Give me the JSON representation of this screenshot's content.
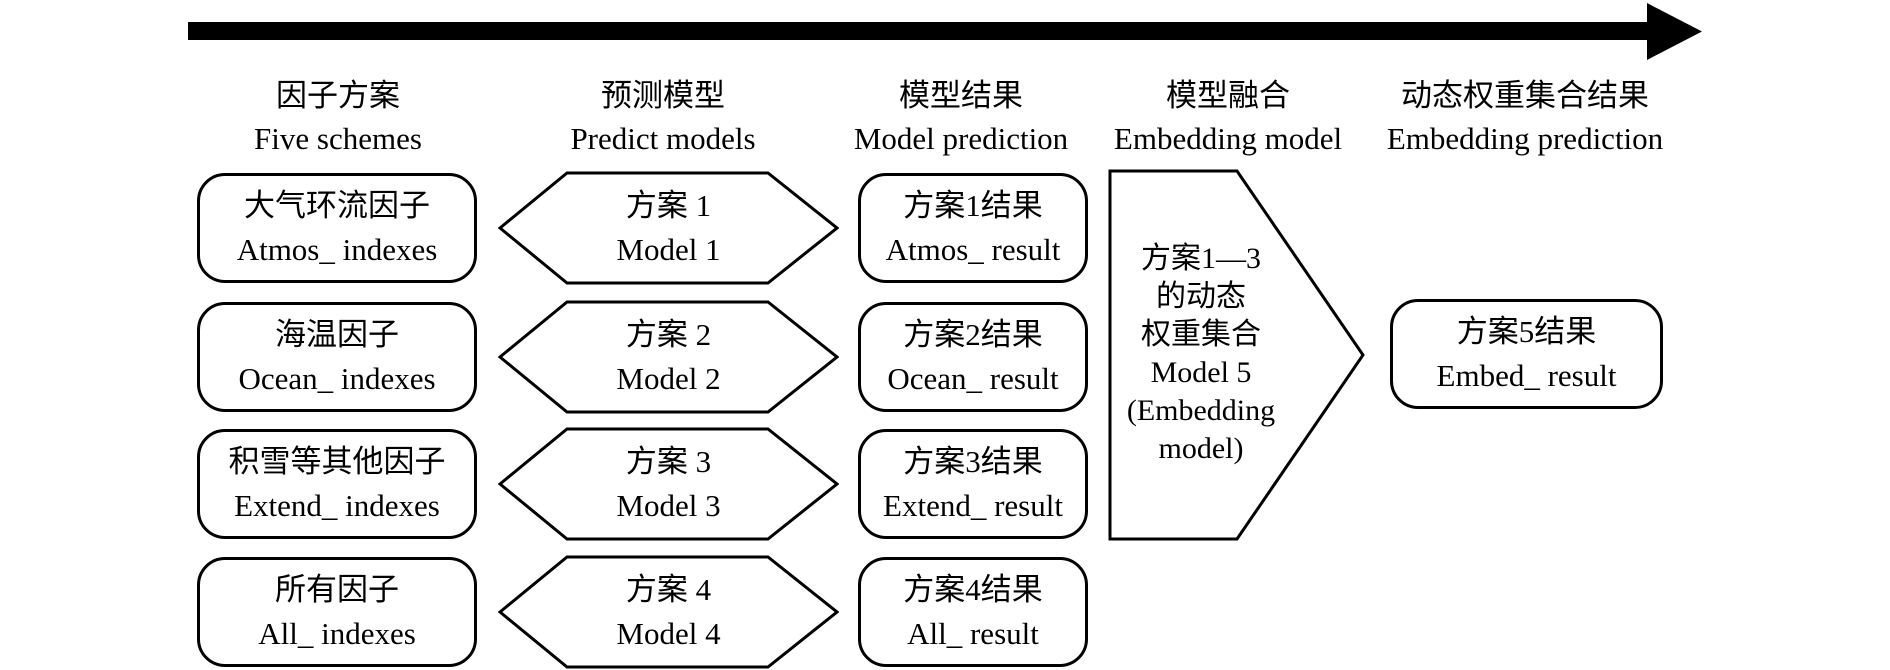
{
  "diagram_title": "model-embedding-flow",
  "colors": {
    "ink": "#000000",
    "background": "#ffffff"
  },
  "columns": [
    {
      "header_zh": "因子方案",
      "header_en": "Five schemes",
      "nodes": [
        {
          "zh": "大气环流因子",
          "en": "Atmos_ indexes"
        },
        {
          "zh": "海温因子",
          "en": "Ocean_ indexes"
        },
        {
          "zh": "积雪等其他因子",
          "en": "Extend_ indexes"
        },
        {
          "zh": "所有因子",
          "en": "All_ indexes"
        }
      ]
    },
    {
      "header_zh": "预测模型",
      "header_en": "Predict models",
      "nodes": [
        {
          "zh": "方案 1",
          "en": "Model 1"
        },
        {
          "zh": "方案 2",
          "en": "Model 2"
        },
        {
          "zh": "方案 3",
          "en": "Model 3"
        },
        {
          "zh": "方案 4",
          "en": "Model 4"
        }
      ]
    },
    {
      "header_zh": "模型结果",
      "header_en": "Model prediction",
      "nodes": [
        {
          "zh": "方案1结果",
          "en": "Atmos_ result"
        },
        {
          "zh": "方案2结果",
          "en": "Ocean_ result"
        },
        {
          "zh": "方案3结果",
          "en": "Extend_ result"
        },
        {
          "zh": "方案4结果",
          "en": "All_ result"
        }
      ]
    },
    {
      "header_zh": "模型融合",
      "header_en": "Embedding model",
      "nodes": [
        {
          "lines": [
            "方案1—3",
            "的动态",
            "权重集合",
            "Model 5",
            "(Embedding",
            "model)"
          ]
        }
      ]
    },
    {
      "header_zh": "动态权重集合结果",
      "header_en": "Embedding prediction",
      "nodes": [
        {
          "zh": "方案5结果",
          "en": "Embed_ result"
        }
      ]
    }
  ]
}
